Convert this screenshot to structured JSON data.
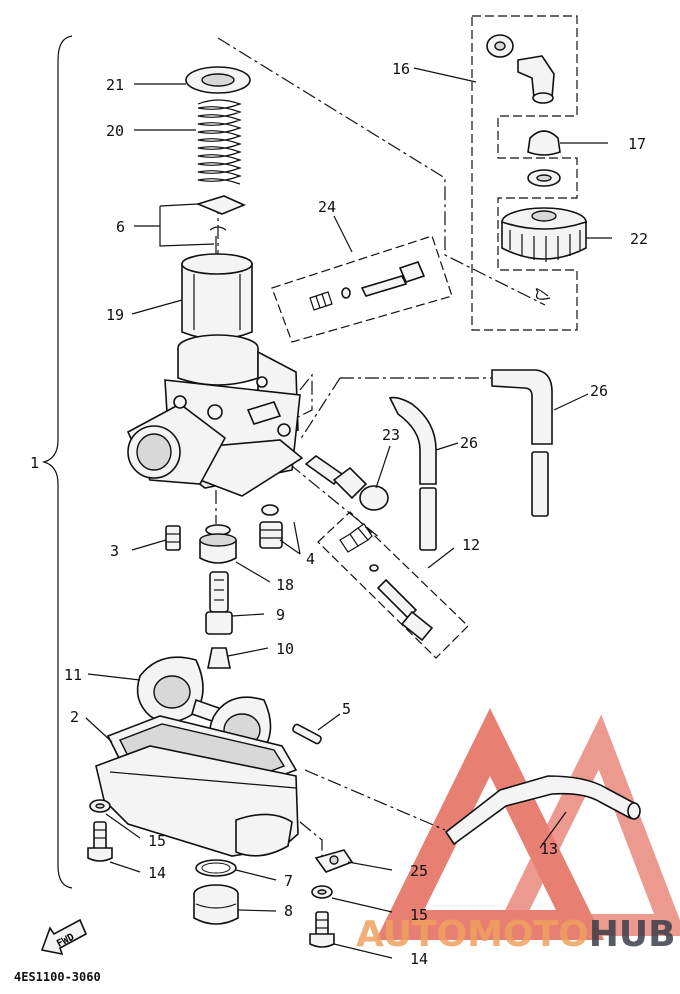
{
  "diagram": {
    "assembly_label": "1",
    "callouts": {
      "c21": "21",
      "c20": "20",
      "c6": "6",
      "c19": "19",
      "c24": "24",
      "c16": "16",
      "c17": "17",
      "c22": "22",
      "c26a": "26",
      "c26b": "26",
      "c23": "23",
      "c3": "3",
      "c18": "18",
      "c4": "4",
      "c12": "12",
      "c9": "9",
      "c10": "10",
      "c11": "11",
      "c2": "2",
      "c5": "5",
      "c15a": "15",
      "c14a": "14",
      "c13": "13",
      "c7": "7",
      "c25": "25",
      "c8": "8",
      "c15b": "15",
      "c14b": "14"
    },
    "fwd_label": "FWD",
    "part_code": "4ES1100-3060"
  },
  "watermark": {
    "text_part1": "AUTOMOTO",
    "text_part2": "HUB",
    "color_primary": "#e05545",
    "color_secondary": "#3a3f4a"
  }
}
